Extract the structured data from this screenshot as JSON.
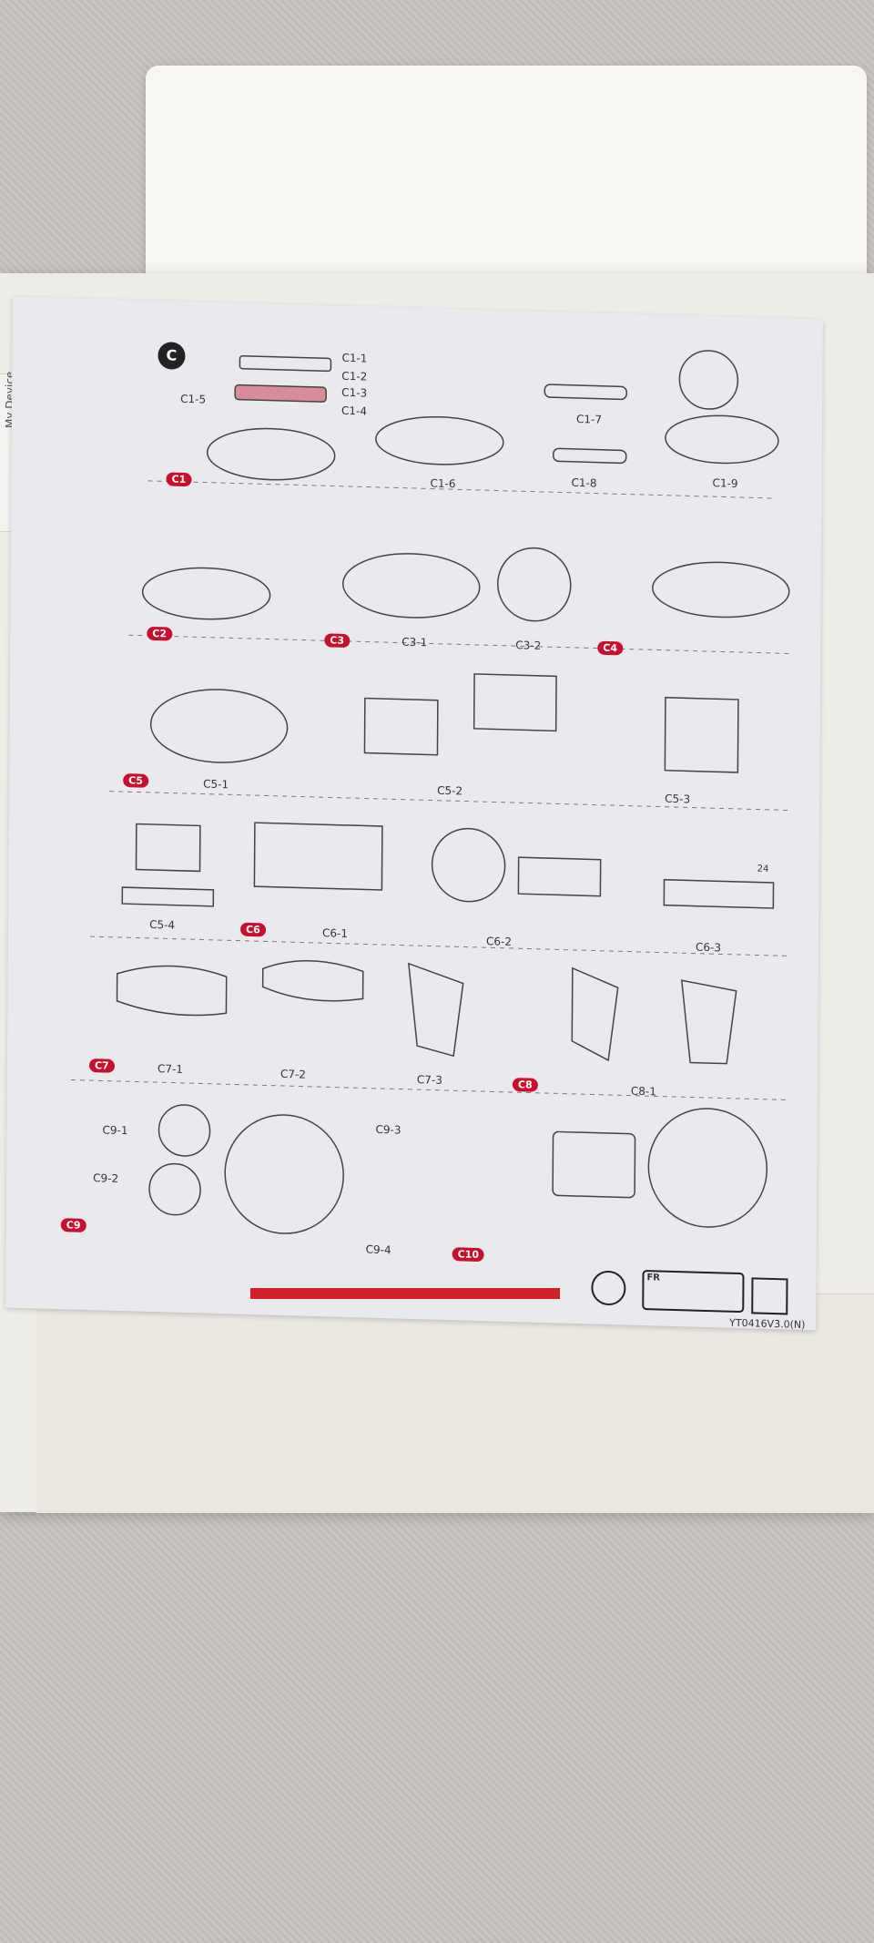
{
  "side_panel": {
    "label": "My Device"
  },
  "section_mark": "C",
  "labels": {
    "c1_1": "C1-1",
    "c1_2": "C1-2",
    "c1_3": "C1-3",
    "c1_4": "C1-4",
    "c1_5": "C1-5",
    "c1_6": "C1-6",
    "c1_7": "C1-7",
    "c1_8": "C1-8",
    "c1_9": "C1-9",
    "c3_1": "C3-1",
    "c3_2": "C3-2",
    "c5_1": "C5-1",
    "c5_2": "C5-2",
    "c5_3": "C5-3",
    "c5_4": "C5-4",
    "c6_1": "C6-1",
    "c6_2": "C6-2",
    "c6_3": "C6-3",
    "c7_1": "C7-1",
    "c7_2": "C7-2",
    "c7_3": "C7-3",
    "c8_1": "C8-1",
    "c9_1": "C9-1",
    "c9_2": "C9-2",
    "c9_3": "C9-3",
    "c9_4": "C9-4"
  },
  "badges": {
    "c1": "C1",
    "c2": "C2",
    "c3": "C3",
    "c4": "C4",
    "c5": "C5",
    "c6": "C6",
    "c7": "C7",
    "c8": "C8",
    "c9": "C9",
    "c10": "C10"
  },
  "footer": {
    "fr_mark": "FR",
    "sun_hours": "24",
    "doc_code": "YT0416V3.0(N)"
  },
  "colors": {
    "accent_red": "#c8102e",
    "sheet": "#e9eaee",
    "ink": "#333333"
  }
}
